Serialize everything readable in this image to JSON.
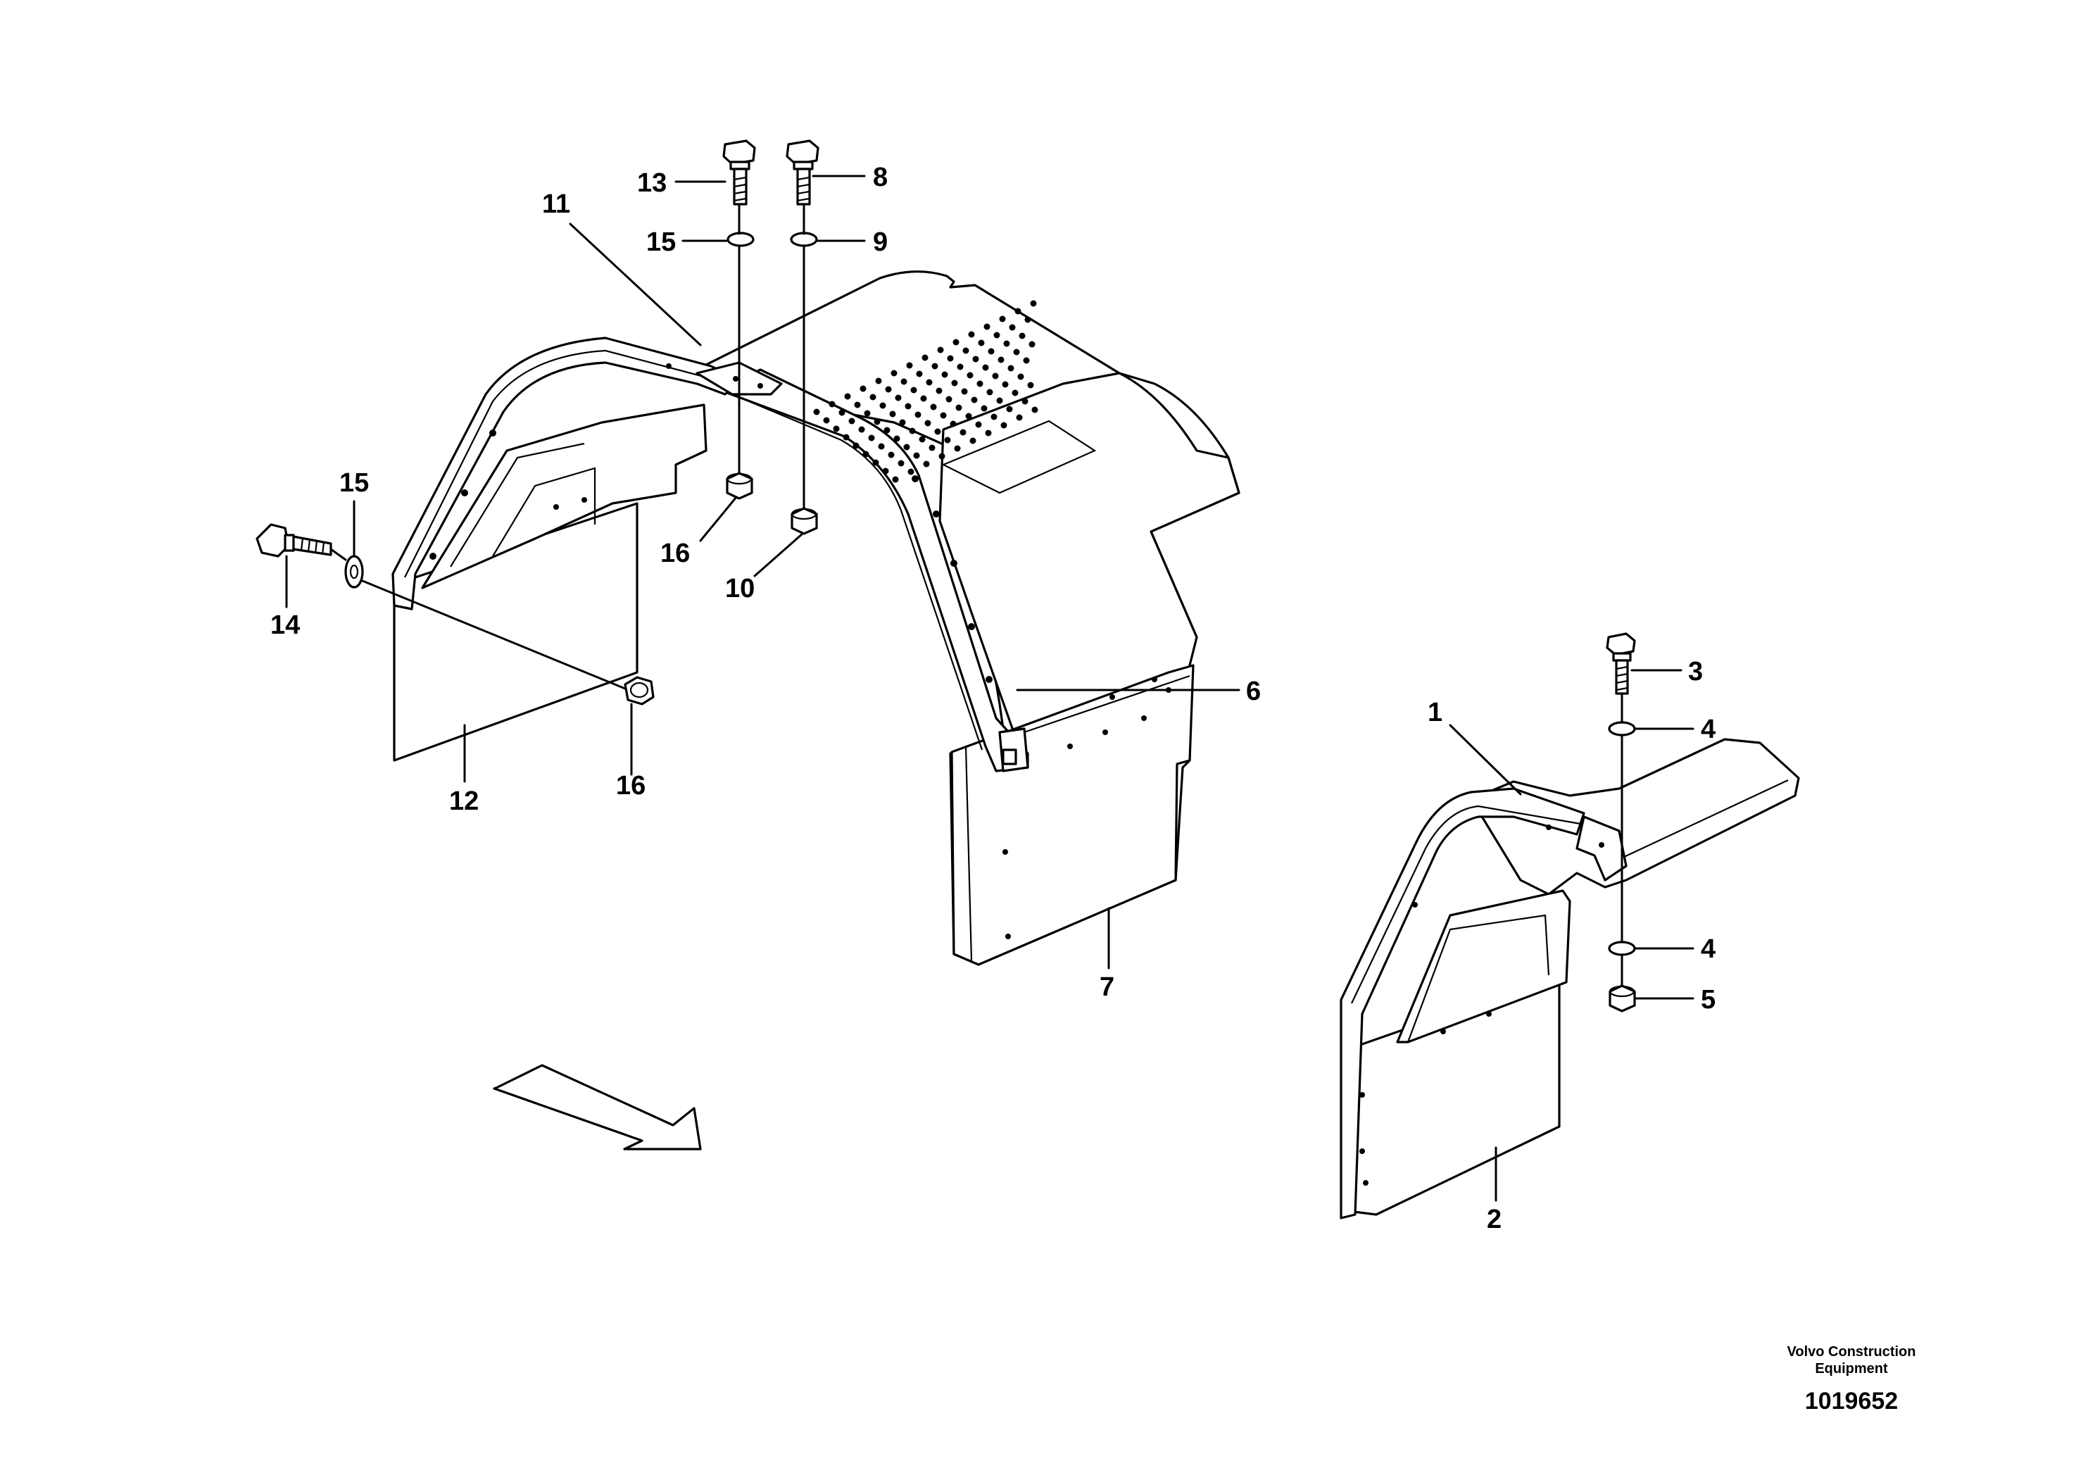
{
  "diagram": {
    "callouts": {
      "c1": "1",
      "c2": "2",
      "c3": "3",
      "c4a": "4",
      "c4b": "4",
      "c5": "5",
      "c6": "6",
      "c7": "7",
      "c8": "8",
      "c9": "9",
      "c10": "10",
      "c11": "11",
      "c12": "12",
      "c13": "13",
      "c14": "14",
      "c15a": "15",
      "c15b": "15",
      "c16a": "16",
      "c16b": "16"
    }
  },
  "footer": {
    "maker_line1": "Volvo Construction",
    "maker_line2": "Equipment",
    "drawing_number": "1019652"
  }
}
